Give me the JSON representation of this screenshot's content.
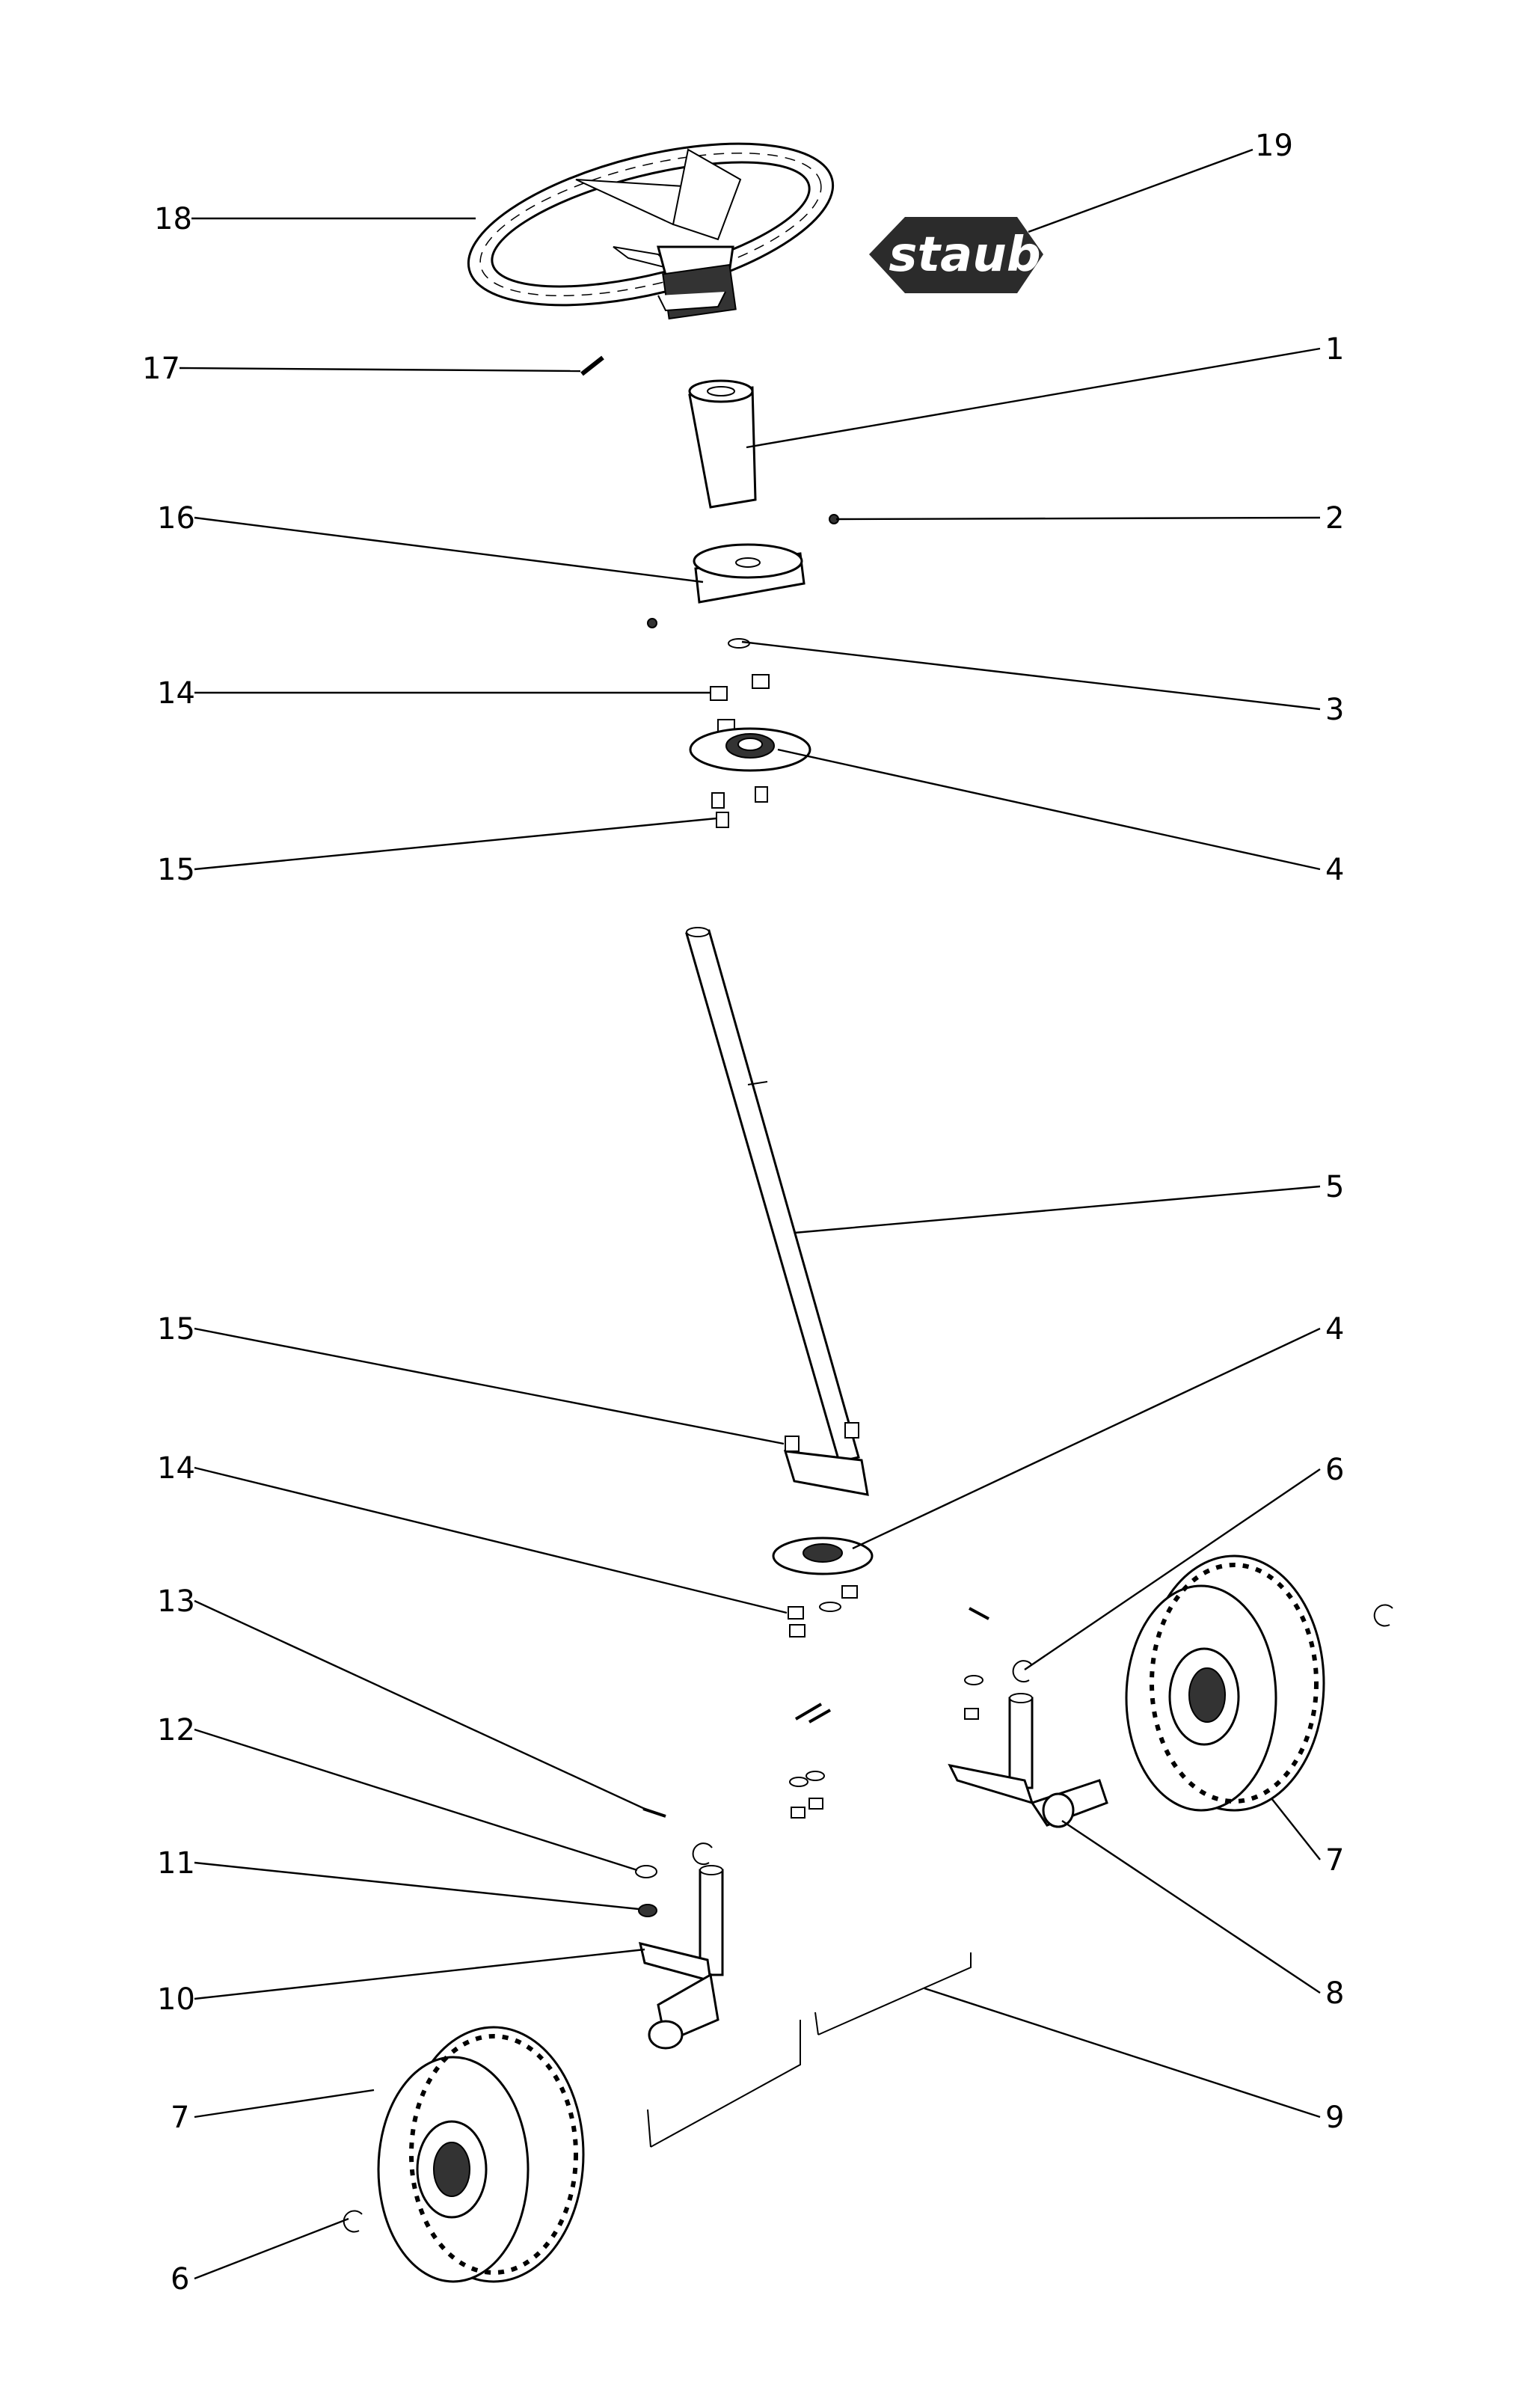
{
  "title": "",
  "logo": {
    "text": "staub",
    "background": "#2b2b2b"
  },
  "callouts": [
    {
      "part": "part-1",
      "label": "1"
    },
    {
      "part": "part-2",
      "label": "2"
    },
    {
      "part": "part-3",
      "label": "3"
    },
    {
      "part": "part-4",
      "label": "4"
    },
    {
      "part": "part-4b",
      "label": "4"
    },
    {
      "part": "part-5",
      "label": "5"
    },
    {
      "part": "part-6",
      "label": "6"
    },
    {
      "part": "part-6b",
      "label": "6"
    },
    {
      "part": "part-7",
      "label": "7"
    },
    {
      "part": "part-7b",
      "label": "7"
    },
    {
      "part": "part-8",
      "label": "8"
    },
    {
      "part": "part-9",
      "label": "9"
    },
    {
      "part": "part-10",
      "label": "10"
    },
    {
      "part": "part-11",
      "label": "11"
    },
    {
      "part": "part-12",
      "label": "12"
    },
    {
      "part": "part-13",
      "label": "13"
    },
    {
      "part": "part-14",
      "label": "14"
    },
    {
      "part": "part-14b",
      "label": "14"
    },
    {
      "part": "part-15",
      "label": "15"
    },
    {
      "part": "part-15b",
      "label": "15"
    },
    {
      "part": "part-16",
      "label": "16"
    },
    {
      "part": "part-17",
      "label": "17"
    },
    {
      "part": "part-18",
      "label": "18"
    },
    {
      "part": "part-19",
      "label": "19"
    }
  ]
}
